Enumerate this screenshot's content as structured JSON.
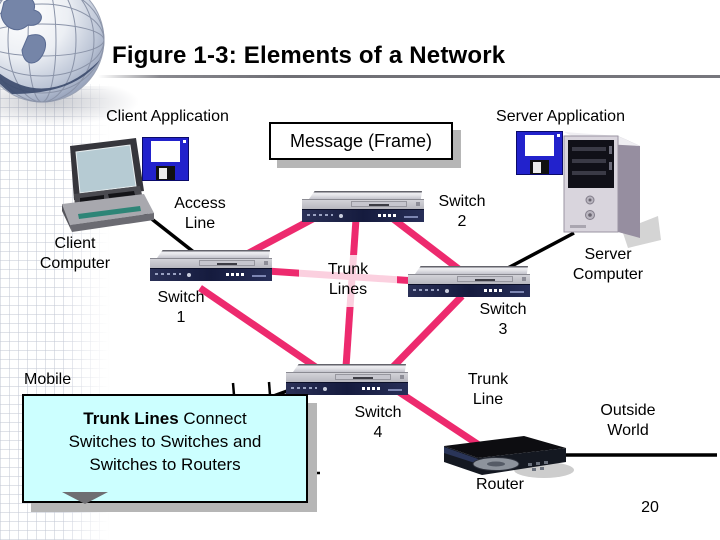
{
  "slide": {
    "title": "Figure 1-3: Elements of a Network",
    "page_number": "20"
  },
  "labels": {
    "client_application": "Client Application",
    "server_application": "Server Application",
    "message_frame": "Message (Frame)",
    "access_line": "Access Line",
    "client_computer": "Client Computer",
    "switch_1": "Switch 1",
    "switch_2": "Switch 2",
    "switch_3": "Switch 3",
    "switch_4": "Switch 4",
    "trunk_lines": "Trunk Lines",
    "trunk_line": "Trunk Line",
    "server_computer": "Server Computer",
    "mobile": "Mobile",
    "router": "Router",
    "outside_world": "Outside World"
  },
  "note_box": {
    "line1_bold": "Trunk Lines",
    "line1_rest": " Connect",
    "line2": "Switches to Switches and",
    "line3": "Switches to Routers"
  },
  "icons": {
    "globe": "globe-icon",
    "floppy_disk": "floppy-disk-icon"
  },
  "colors": {
    "trunk_line_pink": "#ed2a6e",
    "trunk_line_faded_overlay": "rgba(255,255,255,0.78)",
    "access_line_black": "#000000",
    "note_box_bg": "#ccffff",
    "floppy_blue": "#2222cc"
  }
}
